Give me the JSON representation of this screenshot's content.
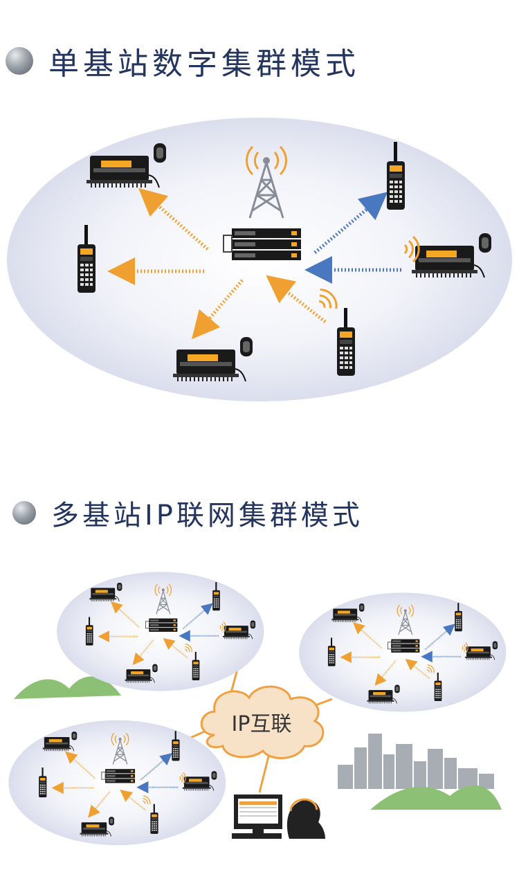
{
  "section1": {
    "title": "单基站数字集群模式"
  },
  "section2": {
    "title": "多基站IP联网集群模式",
    "cloud_label": "IP互联"
  },
  "colors": {
    "heading_text": "#23345f",
    "arrow_orange": "#f0a030",
    "arrow_blue": "#4a78c0",
    "ellipse_fill": "#e4e6f2",
    "cloud_fill": "#f7e2c8",
    "cloud_stroke": "#f0a040",
    "link_line": "#f0a040",
    "hills": "#8cc074",
    "city": "#a8adb3"
  }
}
